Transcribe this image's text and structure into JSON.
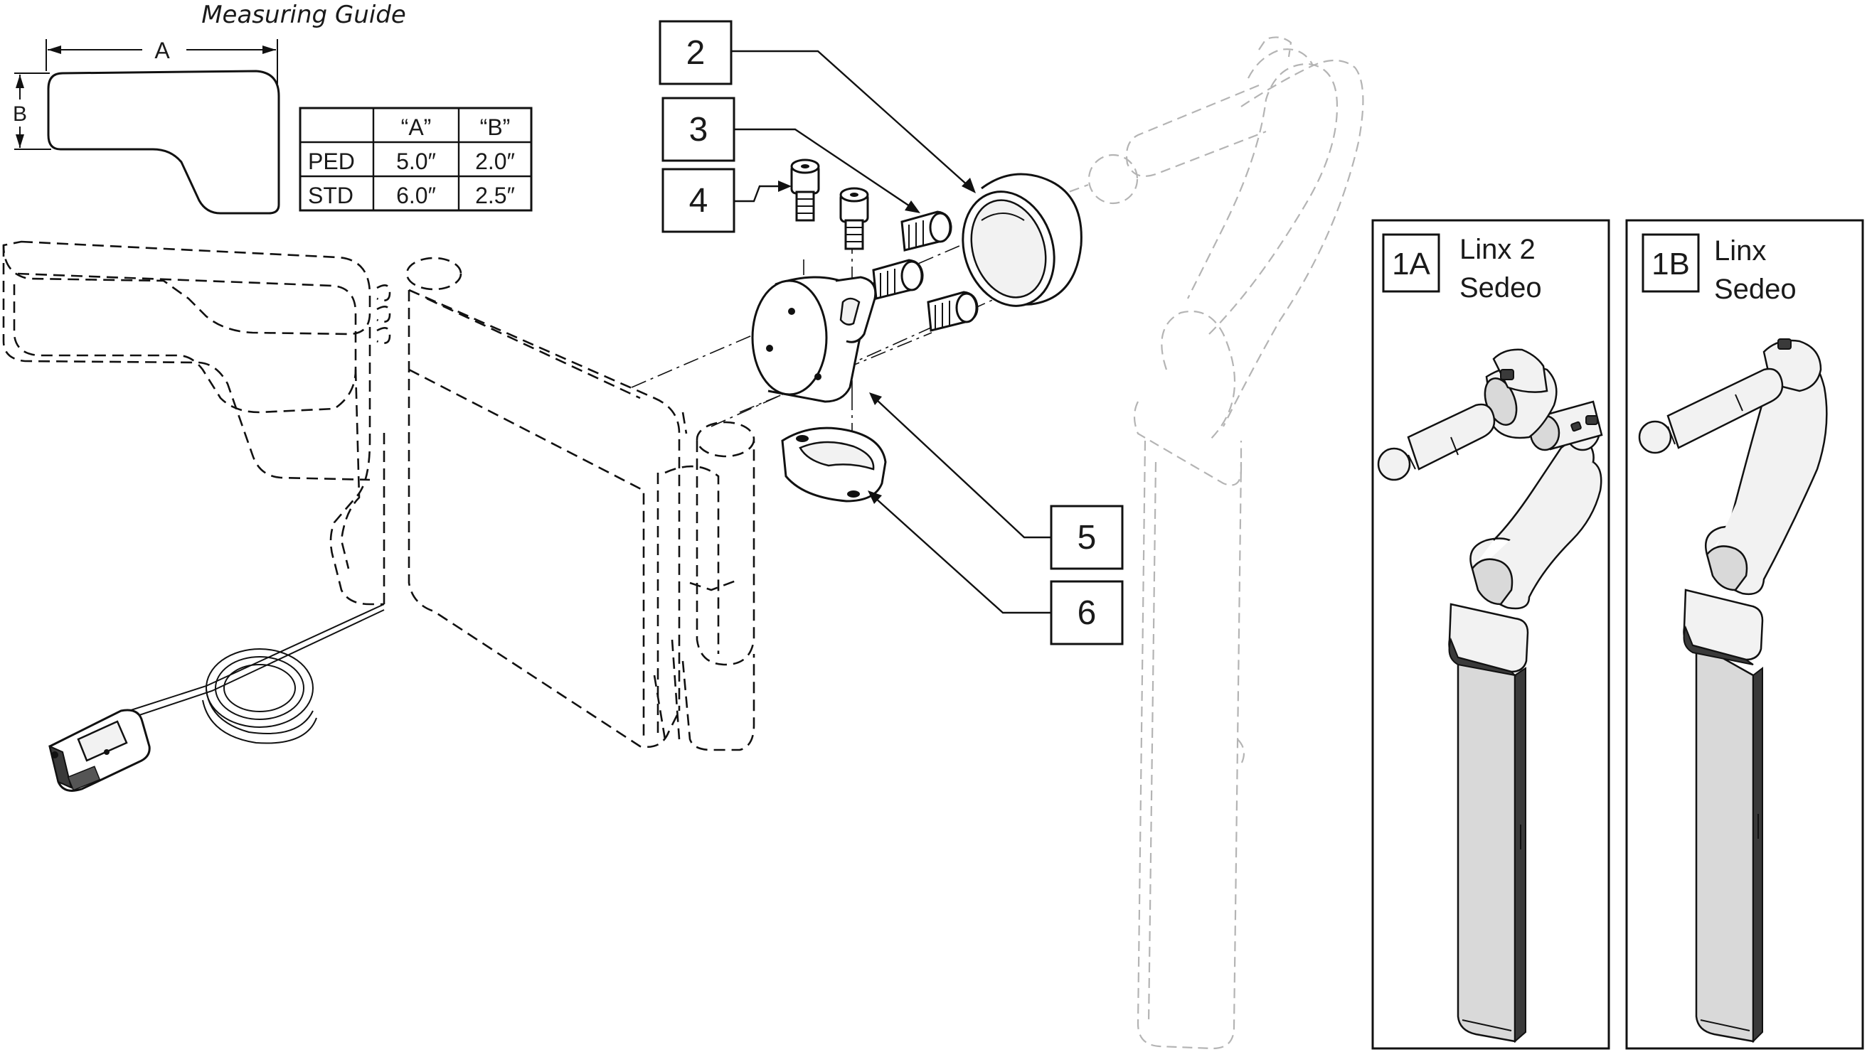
{
  "measuring_guide": {
    "title": "Measuring Guide",
    "dim_a": "A",
    "dim_b": "B",
    "table": {
      "headers": [
        "",
        "“A”",
        "“B”"
      ],
      "rows": [
        [
          "PED",
          "5.0″",
          "2.0″"
        ],
        [
          "STD",
          "6.0″",
          "2.5″"
        ]
      ]
    }
  },
  "callouts": [
    "2",
    "3",
    "4",
    "5",
    "6"
  ],
  "variants": [
    {
      "id": "1A",
      "line1": "Linx 2",
      "line2": "Sedeo"
    },
    {
      "id": "1B",
      "line1": "Linx",
      "line2": "Sedeo"
    }
  ]
}
